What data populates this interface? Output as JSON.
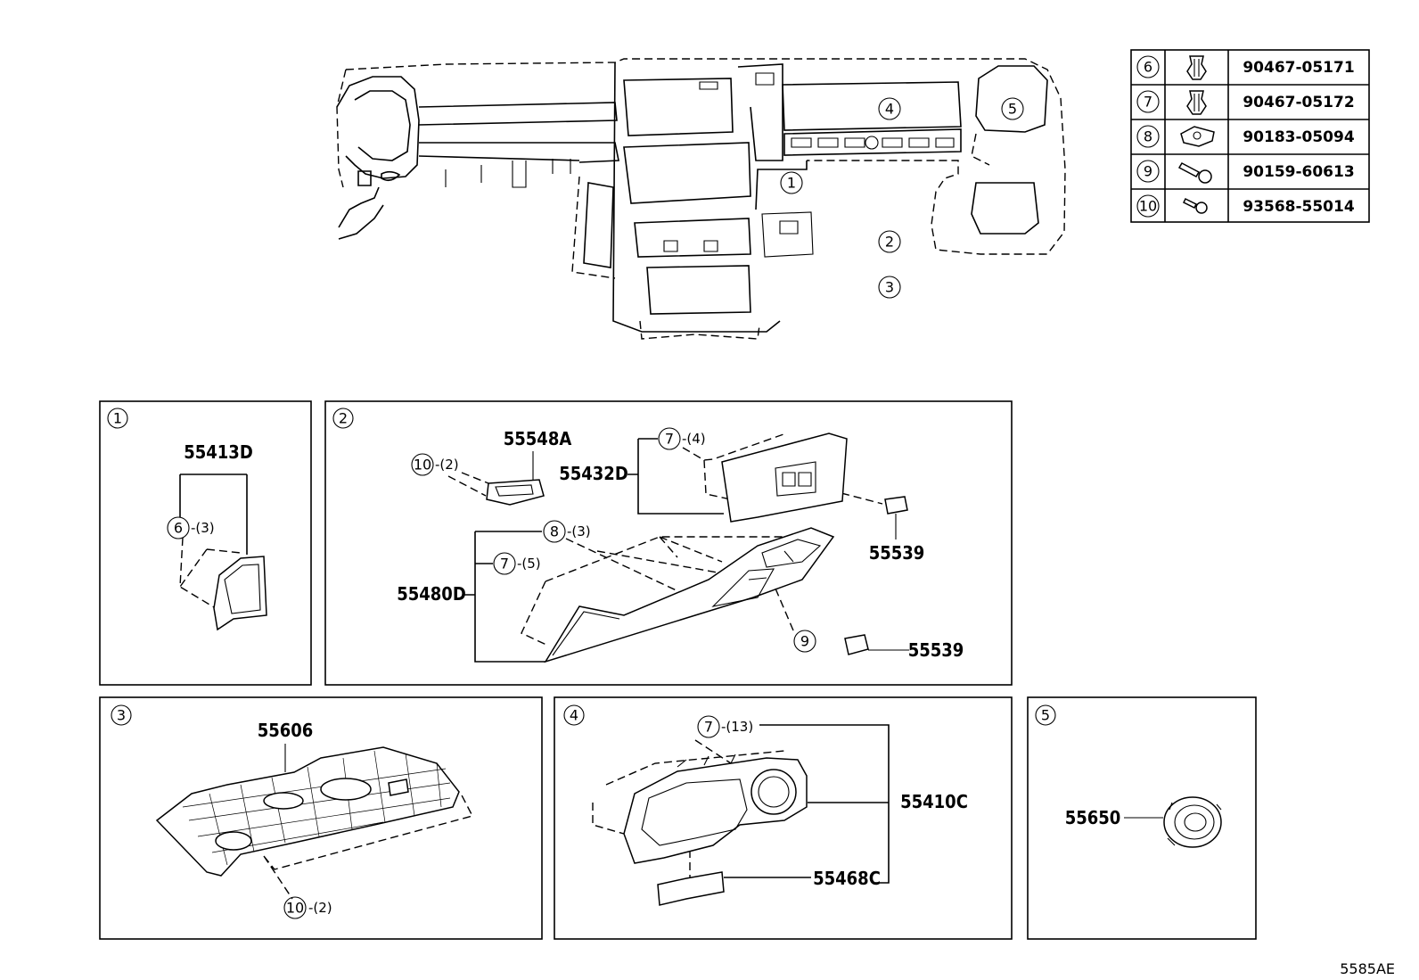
{
  "fastener_table": {
    "rows": [
      {
        "key": "6",
        "icon": "clip-icon",
        "part_number": "90467-05171"
      },
      {
        "key": "7",
        "icon": "clip-icon",
        "part_number": "90467-05172"
      },
      {
        "key": "8",
        "icon": "nut-clip-icon",
        "part_number": "90183-05094"
      },
      {
        "key": "9",
        "icon": "screw-icon",
        "part_number": "90159-60613"
      },
      {
        "key": "10",
        "icon": "bolt-icon",
        "part_number": "93568-55014"
      }
    ]
  },
  "overview": {
    "callouts": [
      "1",
      "2",
      "3",
      "4",
      "5"
    ]
  },
  "panels": {
    "p1": {
      "key": "1",
      "part": "55413D",
      "clip_key": "6",
      "clip_qty": "-(3)"
    },
    "p2": {
      "key": "2",
      "parts": {
        "a": "55548A",
        "b": "55432D",
        "c": "55539",
        "d": "55480D",
        "e": "55539"
      },
      "callouts": {
        "c10": {
          "key": "10",
          "qty": "-(2)"
        },
        "c7a": {
          "key": "7",
          "qty": "-(4)"
        },
        "c8": {
          "key": "8",
          "qty": "-(3)"
        },
        "c7b": {
          "key": "7",
          "qty": "-(5)"
        },
        "c9": {
          "key": "9"
        }
      }
    },
    "p3": {
      "key": "3",
      "part": "55606",
      "clip_key": "10",
      "clip_qty": "-(2)"
    },
    "p4": {
      "key": "4",
      "part_a": "55410C",
      "part_b": "55468C",
      "clip_key": "7",
      "clip_qty": "-(13)"
    },
    "p5": {
      "key": "5",
      "part": "55650"
    }
  },
  "figure_id": "5585AE"
}
